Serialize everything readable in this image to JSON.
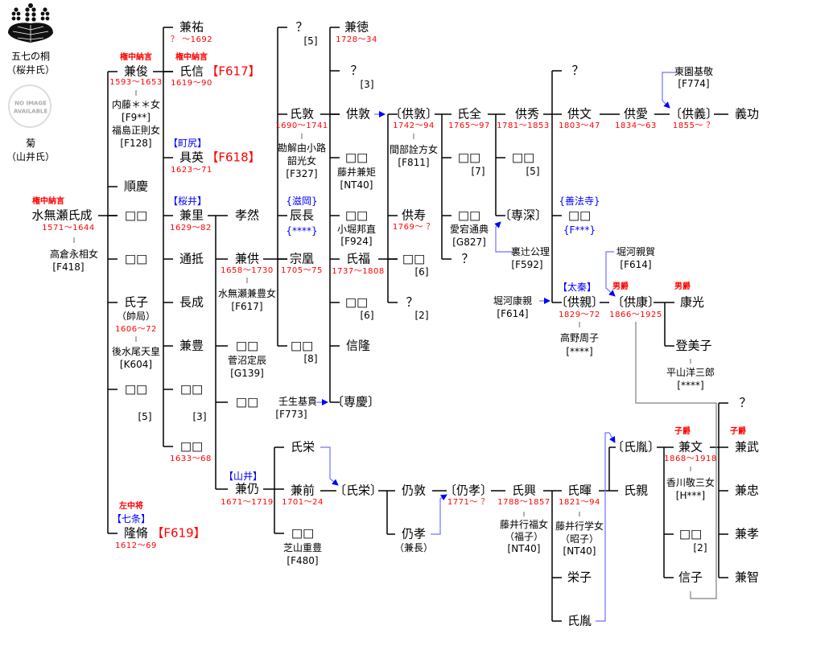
{
  "title": "水無瀬家系図",
  "labels": [
    {
      "text": "五七の桐",
      "kind": "note"
    },
    {
      "text": "（桜井氏）",
      "kind": "note"
    },
    {
      "text": "NO IMAGE",
      "kind": "img"
    },
    {
      "text": "AVAILABLE",
      "kind": "img"
    },
    {
      "text": "菊",
      "kind": "note"
    },
    {
      "text": "（山井氏）",
      "kind": "note"
    },
    {
      "text": "権中納言",
      "kind": "title"
    },
    {
      "text": "水無瀬氏成",
      "kind": "name"
    },
    {
      "text": "1571～1644",
      "kind": "years"
    },
    {
      "text": "高倉永相女",
      "kind": "spouse"
    },
    {
      "text": "[F418]",
      "kind": "ref"
    },
    {
      "text": "権中納言",
      "kind": "title"
    },
    {
      "text": "兼俊",
      "kind": "name"
    },
    {
      "text": "1593～1653",
      "kind": "years"
    },
    {
      "text": "内藤＊＊女",
      "kind": "spouse"
    },
    {
      "text": "[F9**]",
      "kind": "ref"
    },
    {
      "text": "福島正則女",
      "kind": "spouse"
    },
    {
      "text": "[F128]",
      "kind": "ref"
    },
    {
      "text": "順慶",
      "kind": "name"
    },
    {
      "text": "□□",
      "kind": "name"
    },
    {
      "text": "□□",
      "kind": "name"
    },
    {
      "text": "氏子",
      "kind": "name"
    },
    {
      "text": "（帥局）",
      "kind": "spouse"
    },
    {
      "text": "1606～72",
      "kind": "years"
    },
    {
      "text": "後水尾天皇",
      "kind": "spouse"
    },
    {
      "text": "[K604]",
      "kind": "ref"
    },
    {
      "text": "□□",
      "kind": "name"
    },
    {
      "text": "[5]",
      "kind": "ref"
    },
    {
      "text": "左中将",
      "kind": "title"
    },
    {
      "text": "【七条】",
      "kind": "house"
    },
    {
      "text": "隆脩",
      "kind": "name"
    },
    {
      "text": "【F619】",
      "kind": "fnum"
    },
    {
      "text": "1612～69",
      "kind": "years"
    },
    {
      "text": "兼祐",
      "kind": "name"
    },
    {
      "text": "？ ～1692",
      "kind": "years"
    },
    {
      "text": "権中納言",
      "kind": "title"
    },
    {
      "text": "氏信",
      "kind": "name"
    },
    {
      "text": "【F617】",
      "kind": "fnum"
    },
    {
      "text": "1619～90",
      "kind": "years"
    },
    {
      "text": "【町尻】",
      "kind": "house"
    },
    {
      "text": "具英",
      "kind": "name"
    },
    {
      "text": "【F618】",
      "kind": "fnum"
    },
    {
      "text": "1623～71",
      "kind": "years"
    },
    {
      "text": "【桜井】",
      "kind": "house"
    },
    {
      "text": "兼里",
      "kind": "name"
    },
    {
      "text": "1629～82",
      "kind": "years"
    },
    {
      "text": "通抵",
      "kind": "name"
    },
    {
      "text": "長成",
      "kind": "name"
    },
    {
      "text": "兼豊",
      "kind": "name"
    },
    {
      "text": "□□",
      "kind": "name"
    },
    {
      "text": "[3]",
      "kind": "ref"
    },
    {
      "text": "□□",
      "kind": "name"
    },
    {
      "text": "1633～68",
      "kind": "years"
    },
    {
      "text": "孝然",
      "kind": "name"
    },
    {
      "text": "兼供",
      "kind": "name"
    },
    {
      "text": "1658～1730",
      "kind": "years"
    },
    {
      "text": "水無瀬兼豊女",
      "kind": "spouse"
    },
    {
      "text": "[F617]",
      "kind": "ref"
    },
    {
      "text": "□□",
      "kind": "name"
    },
    {
      "text": "菅沼定辰",
      "kind": "spouse"
    },
    {
      "text": "[G139]",
      "kind": "ref"
    },
    {
      "text": "□□",
      "kind": "name"
    },
    {
      "text": "【山井】",
      "kind": "house"
    },
    {
      "text": "兼仍",
      "kind": "name"
    },
    {
      "text": "1671～1719",
      "kind": "years"
    },
    {
      "text": "？",
      "kind": "name"
    },
    {
      "text": "[5]",
      "kind": "ref"
    },
    {
      "text": "氏敦",
      "kind": "name"
    },
    {
      "text": "1690～1741",
      "kind": "years"
    },
    {
      "text": "勘解由小路",
      "kind": "spouse"
    },
    {
      "text": "韶光女",
      "kind": "spouse"
    },
    {
      "text": "[F327]",
      "kind": "ref"
    },
    {
      "text": "{滋岡}",
      "kind": "house"
    },
    {
      "text": "辰長",
      "kind": "name"
    },
    {
      "text": "{****}",
      "kind": "house"
    },
    {
      "text": "宗凰",
      "kind": "name"
    },
    {
      "text": "1705～75",
      "kind": "years"
    },
    {
      "text": "□□",
      "kind": "name"
    },
    {
      "text": "[8]",
      "kind": "ref"
    },
    {
      "text": "兼徳",
      "kind": "name"
    },
    {
      "text": "1728～34",
      "kind": "years"
    },
    {
      "text": "？",
      "kind": "name"
    },
    {
      "text": "[3]",
      "kind": "ref"
    },
    {
      "text": "供敦",
      "kind": "name"
    },
    {
      "text": "□□",
      "kind": "name"
    },
    {
      "text": "藤井兼矩",
      "kind": "spouse"
    },
    {
      "text": "[NT40]",
      "kind": "ref"
    },
    {
      "text": "□□",
      "kind": "name"
    },
    {
      "text": "小堀邦直",
      "kind": "spouse"
    },
    {
      "text": "[F924]",
      "kind": "ref"
    },
    {
      "text": "氏福",
      "kind": "name"
    },
    {
      "text": "1737～1808",
      "kind": "years"
    },
    {
      "text": "□□",
      "kind": "name"
    },
    {
      "text": "[6]",
      "kind": "ref"
    },
    {
      "text": "信隆",
      "kind": "name"
    },
    {
      "text": "壬生基貫",
      "kind": "spouse"
    },
    {
      "text": "[F773]",
      "kind": "ref"
    },
    {
      "text": "〔専慶〕",
      "kind": "name"
    },
    {
      "text": "〔供敦〕",
      "kind": "name"
    },
    {
      "text": "1742～94",
      "kind": "years"
    },
    {
      "text": "間部詮方女",
      "kind": "spouse"
    },
    {
      "text": "[F811]",
      "kind": "ref"
    },
    {
      "text": "供寿",
      "kind": "name"
    },
    {
      "text": "1769～ ？",
      "kind": "years"
    },
    {
      "text": "□□",
      "kind": "name"
    },
    {
      "text": "[6]",
      "kind": "ref"
    },
    {
      "text": "？",
      "kind": "name"
    },
    {
      "text": "[2]",
      "kind": "ref"
    },
    {
      "text": "氏全",
      "kind": "name"
    },
    {
      "text": "1765～97",
      "kind": "years"
    },
    {
      "text": "□□",
      "kind": "name"
    },
    {
      "text": "[7]",
      "kind": "ref"
    },
    {
      "text": "□□",
      "kind": "name"
    },
    {
      "text": "愛宕通典",
      "kind": "spouse"
    },
    {
      "text": "[G827]",
      "kind": "ref"
    },
    {
      "text": "？",
      "kind": "name"
    },
    {
      "text": "供秀",
      "kind": "name"
    },
    {
      "text": "1781～1853",
      "kind": "years"
    },
    {
      "text": "□□",
      "kind": "name"
    },
    {
      "text": "[5]",
      "kind": "ref"
    },
    {
      "text": "〔専深〕",
      "kind": "name"
    },
    {
      "text": "裏辻公理",
      "kind": "spouse"
    },
    {
      "text": "[F592]",
      "kind": "ref"
    },
    {
      "text": "？",
      "kind": "name"
    },
    {
      "text": "供文",
      "kind": "name"
    },
    {
      "text": "1803～47",
      "kind": "years"
    },
    {
      "text": "{善法寺}",
      "kind": "house"
    },
    {
      "text": "□□",
      "kind": "name"
    },
    {
      "text": "{F***}",
      "kind": "house"
    },
    {
      "text": "【太秦】",
      "kind": "house"
    },
    {
      "text": "〔供親〕",
      "kind": "name"
    },
    {
      "text": "1829～72",
      "kind": "years"
    },
    {
      "text": "高野周子",
      "kind": "spouse"
    },
    {
      "text": "[****]",
      "kind": "ref"
    },
    {
      "text": "堀河康親",
      "kind": "spouse"
    },
    {
      "text": "[F614]",
      "kind": "ref"
    },
    {
      "text": "供愛",
      "kind": "name"
    },
    {
      "text": "1834～63",
      "kind": "years"
    },
    {
      "text": "東園基敬",
      "kind": "spouse"
    },
    {
      "text": "[F774]",
      "kind": "ref"
    },
    {
      "text": "〔供義〕",
      "kind": "name"
    },
    {
      "text": "1855～ ？",
      "kind": "years"
    },
    {
      "text": "義功",
      "kind": "name"
    },
    {
      "text": "堀河親賀",
      "kind": "spouse"
    },
    {
      "text": "[F614]",
      "kind": "ref"
    },
    {
      "text": "男爵",
      "kind": "title"
    },
    {
      "text": "〔供康〕",
      "kind": "name"
    },
    {
      "text": "1866～1925",
      "kind": "years"
    },
    {
      "text": "男爵",
      "kind": "title"
    },
    {
      "text": "康光",
      "kind": "name"
    },
    {
      "text": "登美子",
      "kind": "name"
    },
    {
      "text": "平山洋三郎",
      "kind": "spouse"
    },
    {
      "text": "[****]",
      "kind": "ref"
    },
    {
      "text": "？",
      "kind": "name"
    },
    {
      "text": "子爵",
      "kind": "title"
    },
    {
      "text": "兼武",
      "kind": "name"
    },
    {
      "text": "兼忠",
      "kind": "name"
    },
    {
      "text": "兼孝",
      "kind": "name"
    },
    {
      "text": "兼智",
      "kind": "name"
    },
    {
      "text": "氏栄",
      "kind": "name"
    },
    {
      "text": "兼前",
      "kind": "name"
    },
    {
      "text": "1701～24",
      "kind": "years"
    },
    {
      "text": "□□",
      "kind": "name"
    },
    {
      "text": "芝山重豊",
      "kind": "spouse"
    },
    {
      "text": "[F480]",
      "kind": "ref"
    },
    {
      "text": "〔氏栄〕",
      "kind": "name"
    },
    {
      "text": "仍敦",
      "kind": "name"
    },
    {
      "text": "仍孝",
      "kind": "name"
    },
    {
      "text": "（兼長）",
      "kind": "spouse"
    },
    {
      "text": "〔仍孝〕",
      "kind": "name"
    },
    {
      "text": "1771～ ？",
      "kind": "years"
    },
    {
      "text": "氏興",
      "kind": "name"
    },
    {
      "text": "1788～1857",
      "kind": "years"
    },
    {
      "text": "藤井行福女",
      "kind": "spouse"
    },
    {
      "text": "（福子）",
      "kind": "spouse"
    },
    {
      "text": "[NT40]",
      "kind": "ref"
    },
    {
      "text": "氏暉",
      "kind": "name"
    },
    {
      "text": "1821～94",
      "kind": "years"
    },
    {
      "text": "藤井行学女",
      "kind": "spouse"
    },
    {
      "text": "（昭子）",
      "kind": "spouse"
    },
    {
      "text": "[NT40]",
      "kind": "ref"
    },
    {
      "text": "栄子",
      "kind": "name"
    },
    {
      "text": "氏胤",
      "kind": "name"
    },
    {
      "text": "〔氏胤〕",
      "kind": "name"
    },
    {
      "text": "氏親",
      "kind": "name"
    },
    {
      "text": "子爵",
      "kind": "title"
    },
    {
      "text": "兼文",
      "kind": "name"
    },
    {
      "text": "1868～1918",
      "kind": "years"
    },
    {
      "text": "香川敬三女",
      "kind": "spouse"
    },
    {
      "text": "[H***]",
      "kind": "ref"
    },
    {
      "text": "□□",
      "kind": "name"
    },
    {
      "text": "[2]",
      "kind": "ref"
    },
    {
      "text": "信子",
      "kind": "name"
    }
  ],
  "colors": {
    "line": "#000000",
    "years": "#ff0000",
    "house": "#0000ff",
    "adoption_arrow": "#0000ff",
    "spouse_tick": "#808080"
  }
}
